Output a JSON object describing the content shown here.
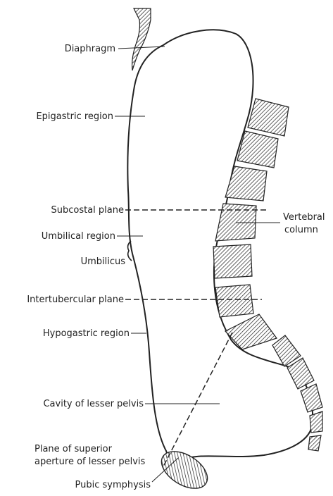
{
  "diagram": {
    "labels": {
      "diaphragm": "Diaphragm",
      "epigastric_region": "Epigastric region",
      "subcostal_plane": "Subcostal plane",
      "umbilical_region": "Umbilical region",
      "umbilicus": "Umbilicus",
      "intertubercular_plane": "Intertubercular plane",
      "hypogastric_region": "Hypogastric region",
      "cavity_of_lesser_pelvis": "Cavity of lesser pelvis",
      "plane_of_superior_aperture_line1": "Plane of superior",
      "plane_of_superior_aperture_line2": "aperture of lesser pelvis",
      "pubic_symphysis": "Pubic symphysis",
      "vertebral_column_line1": "Vertebral",
      "vertebral_column_line2": "column"
    },
    "colors": {
      "ink": "#222222",
      "background": "#ffffff"
    }
  }
}
